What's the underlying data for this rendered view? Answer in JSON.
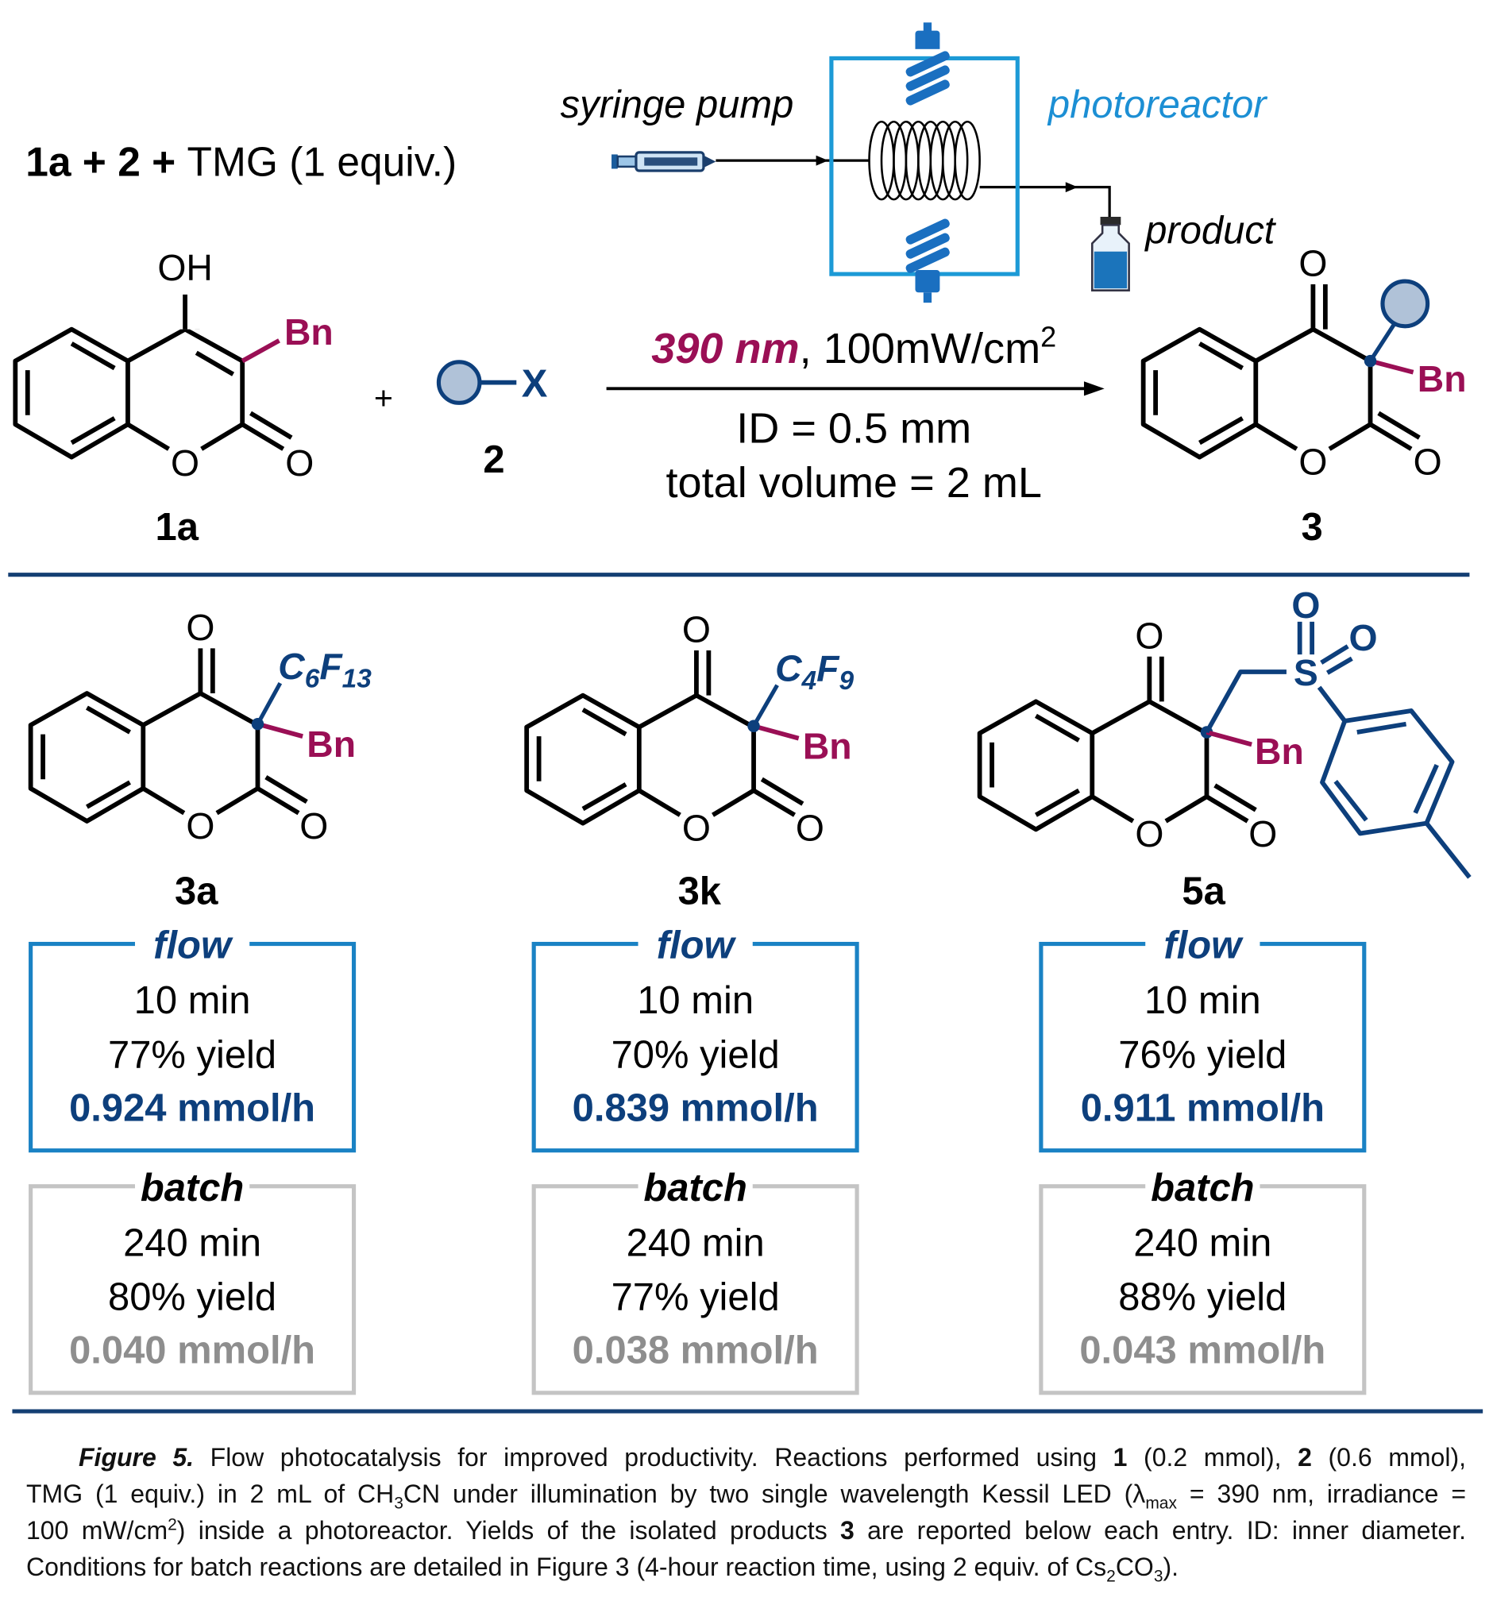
{
  "header": {
    "reactants_1a": "1a",
    "plus": "+",
    "reactants_2": "2",
    "tmg": "TMG (1 equiv.)",
    "syringe_pump": "syringe pump",
    "photoreactor": "photoreactor",
    "product": "product"
  },
  "scheme": {
    "label_1a": "1a",
    "label_2": "2",
    "label_3": "3",
    "plus": "+",
    "oh": "OH",
    "o": "O",
    "bn": "Bn",
    "x": "X",
    "wavelength": "390 nm",
    "irradiance": ", 100mW/cm",
    "irradiance_sup": "2",
    "id": "ID = 0.5 mm",
    "volume": "total volume = 2 mL"
  },
  "compounds": [
    {
      "label": "3a",
      "substituent": "C",
      "sub1": "6",
      "mid": "F",
      "sub2": "13",
      "flow": {
        "title": "flow",
        "time": "10 min",
        "yield": "77% yield",
        "rate": "0.924 mmol/h"
      },
      "batch": {
        "title": "batch",
        "time": "240 min",
        "yield": "80% yield",
        "rate": "0.040 mmol/h"
      }
    },
    {
      "label": "3k",
      "substituent": "C",
      "sub1": "4",
      "mid": "F",
      "sub2": "9",
      "flow": {
        "title": "flow",
        "time": "10 min",
        "yield": "70% yield",
        "rate": "0.839 mmol/h"
      },
      "batch": {
        "title": "batch",
        "time": "240 min",
        "yield": "77% yield",
        "rate": "0.038 mmol/h"
      }
    },
    {
      "label": "5a",
      "s": "S",
      "o": "O",
      "flow": {
        "title": "flow",
        "time": "10 min",
        "yield": "76% yield",
        "rate": "0.911 mmol/h"
      },
      "batch": {
        "title": "batch",
        "time": "240 min",
        "yield": "88% yield",
        "rate": "0.043 mmol/h"
      }
    }
  ],
  "caption": {
    "fig": "Figure 5.",
    "l1a": " Flow photocatalysis for improved productivity. Reactions performed using ",
    "b1": "1",
    "l1b": " (0.2 mmol), ",
    "b2": "2",
    "l1c": " (0.6 mmol),",
    "l2a": "TMG (1 equiv.) in 2 mL of CH",
    "l2sub": "3",
    "l2b": "CN under illumination by two single wavelength Kessil LED (λ",
    "l2sub2": "max",
    "l2c": " = 390 nm, irradiance =",
    "l3a": "100 mW/cm",
    "l3sup": "2",
    "l3b": ") inside a photoreactor. Yields of the isolated products ",
    "b3": "3",
    "l3c": " are reported below each entry. ID: inner diameter.",
    "l4a": "Conditions for batch reactions are detailed in Figure 3 (4-hour reaction time, using 2 equiv. of Cs",
    "l4sub": "2",
    "l4b": "CO",
    "l4sub2": "3",
    "l4c": ")."
  },
  "colors": {
    "bn": "#9a0f55",
    "dark_blue": "#0d3f7c",
    "light_blue": "#1c8fd4",
    "box_blue": "#1a82c4",
    "gray_box": "#c4c4c4",
    "gray_text": "#8e8e8e",
    "rule": "#143f73"
  }
}
